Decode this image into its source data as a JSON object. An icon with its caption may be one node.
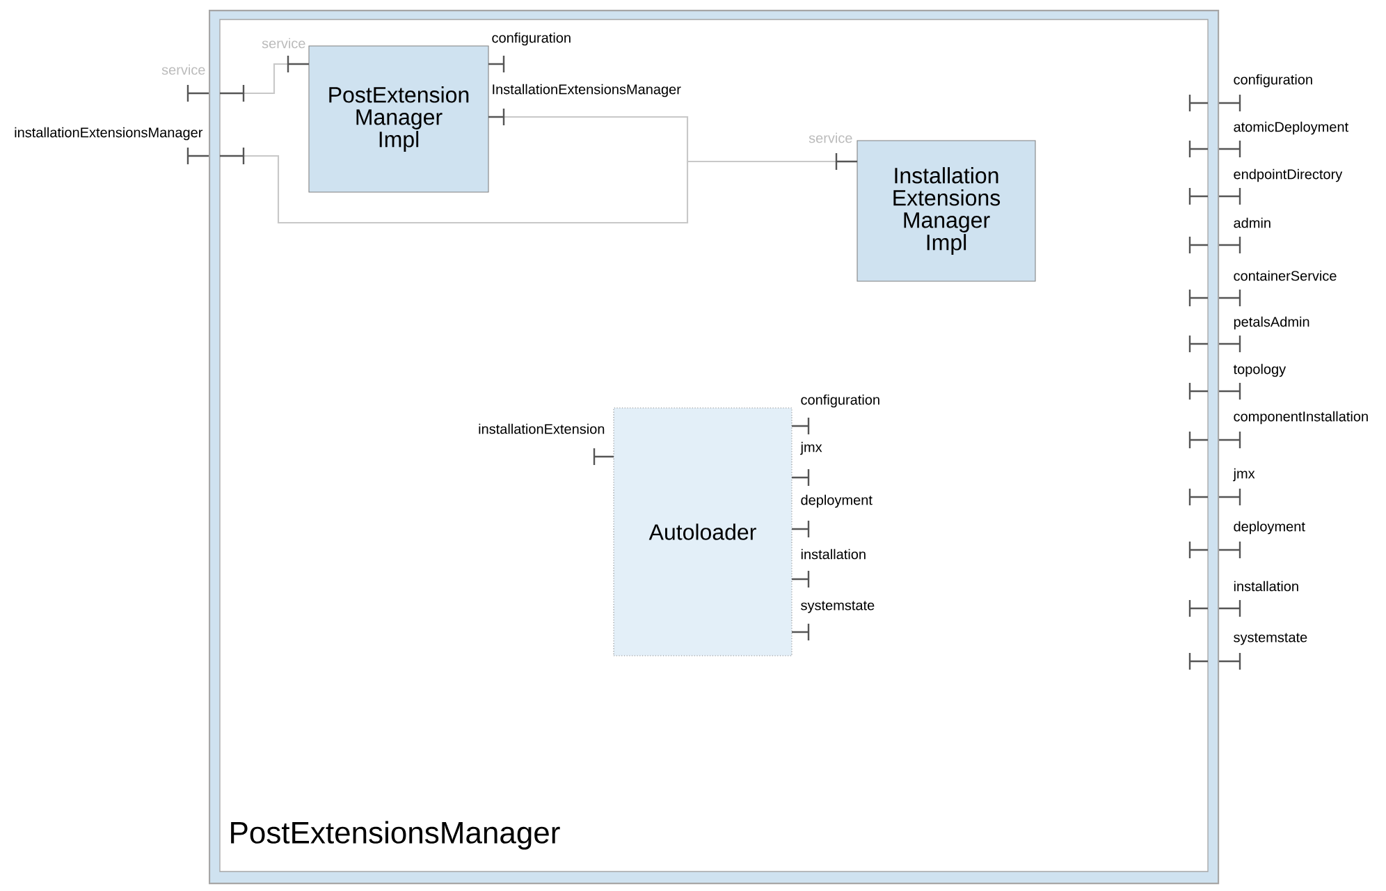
{
  "diagram": {
    "nodes": [
      {
        "text": [
          "PostExtensionsManager"
        ],
        "beside": [
          "service",
          "installationExtensionsManager",
          "configuration",
          "atomicDeployment",
          "endpointDirectory",
          "admin",
          "containerService",
          "petalsAdmin",
          "topology",
          "componentInstallation",
          "jmx",
          "deployment",
          "installation",
          "systemstate"
        ]
      },
      {
        "text": [
          "PostExtension Manager Impl"
        ],
        "in": 0,
        "beside": [
          "service",
          "configuration",
          "InstallationExtensionsManager"
        ]
      },
      {
        "text": [
          "Installation Extensions Manager Impl"
        ],
        "in": 0,
        "beside": [
          "service"
        ]
      },
      {
        "text": [
          "Autoloader"
        ],
        "in": 0,
        "beside": [
          "installationExtension",
          "configuration",
          "jmx",
          "deployment",
          "installation",
          "systemstate"
        ]
      }
    ],
    "edges": [
      {
        "from": 0,
        "to": 1,
        "arrow": "none"
      },
      {
        "from": 1,
        "to": 2,
        "arrow": "none"
      },
      {
        "from": 0,
        "to": 2,
        "arrow": "none"
      }
    ]
  }
}
